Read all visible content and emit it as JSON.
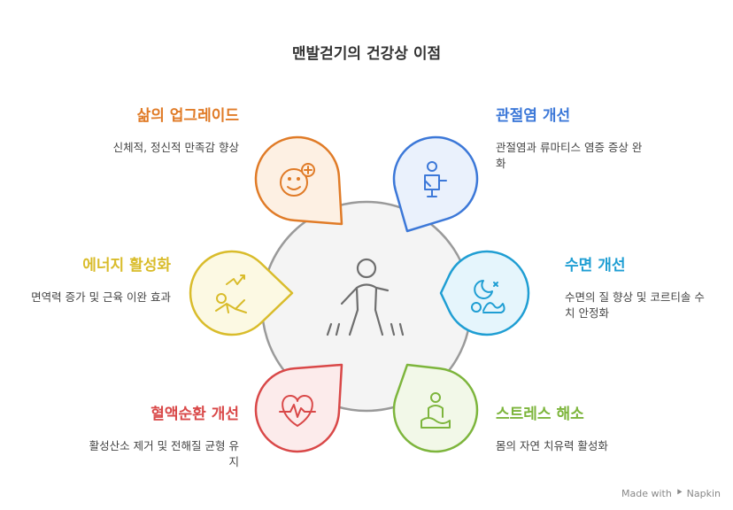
{
  "title": "맨발걷기의 건강상 이점",
  "items": [
    {
      "key": "life",
      "heading": "삶의 업그레이드",
      "desc": "신체적, 정신적 만족감 향상",
      "color": "#E07B27",
      "fill": "#FDF0E3",
      "icon": "smile-plus-icon"
    },
    {
      "key": "joint",
      "heading": "관절염 개선",
      "desc": "관절염과 류마티스 염증 증상 완화",
      "color": "#3C78D8",
      "fill": "#EAF1FC",
      "icon": "person-joint-icon"
    },
    {
      "key": "sleep",
      "heading": "수면 개선",
      "desc": "수면의 질 향상 및 코르티솔 수치 안정화",
      "color": "#1F9ED3",
      "fill": "#E5F5FC",
      "icon": "moon-sleep-icon"
    },
    {
      "key": "stress",
      "heading": "스트레스 해소",
      "desc": "몸의 자연 치유력 활성화",
      "color": "#7DB53C",
      "fill": "#F2F8E8",
      "icon": "meditation-icon"
    },
    {
      "key": "blood",
      "heading": "혈액순환 개선",
      "desc": "활성산소 제거 및 전해질 균형 유지",
      "color": "#D94848",
      "fill": "#FCEBEB",
      "icon": "heart-pulse-icon"
    },
    {
      "key": "energy",
      "heading": "에너지 활성화",
      "desc": "면역력 증가 및 근육 이완 효과",
      "color": "#D9BC2B",
      "fill": "#FCF9E3",
      "icon": "energy-run-icon"
    }
  ],
  "footer": {
    "text": "Made with",
    "brand": "Napkin"
  }
}
